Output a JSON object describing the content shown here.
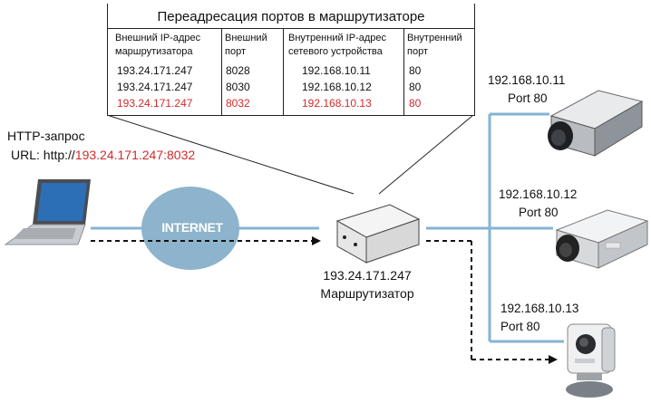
{
  "table": {
    "title": "Переадресация портов в маршрутизаторе",
    "headers": [
      [
        "Внешний IP-адрес",
        "маршрутизатора"
      ],
      [
        "Внешний",
        "порт"
      ],
      [
        "Внутренний IP-адрес",
        "сетевого устройства"
      ],
      [
        "Внутренний",
        "порт"
      ]
    ],
    "rows": [
      {
        "ext_ip": "193.24.171.247",
        "ext_port": "8028",
        "int_ip": "192.168.10.11",
        "int_port": "80",
        "highlight": false
      },
      {
        "ext_ip": "193.24.171.247",
        "ext_port": "8030",
        "int_ip": "192.168.10.12",
        "int_port": "80",
        "highlight": false
      },
      {
        "ext_ip": "193.24.171.247",
        "ext_port": "8032",
        "int_ip": "192.168.10.13",
        "int_port": "80",
        "highlight": true
      }
    ]
  },
  "request": {
    "title": "HTTP-запрос",
    "url_prefix": "URL: http://",
    "url_target": "193.24.171.247:8032"
  },
  "internet_label": "INTERNET",
  "router": {
    "ip": "193.24.171.247",
    "name": "Маршрутизатор"
  },
  "cameras": [
    {
      "ip": "192.168.10.11",
      "port": "Port 80"
    },
    {
      "ip": "192.168.10.12",
      "port": "Port 80"
    },
    {
      "ip": "192.168.10.13",
      "port": "Port 80"
    }
  ],
  "colors": {
    "highlight": "#d22a2a",
    "network_line": "#86b3d3",
    "internet_cloud": "#8db4cc"
  }
}
